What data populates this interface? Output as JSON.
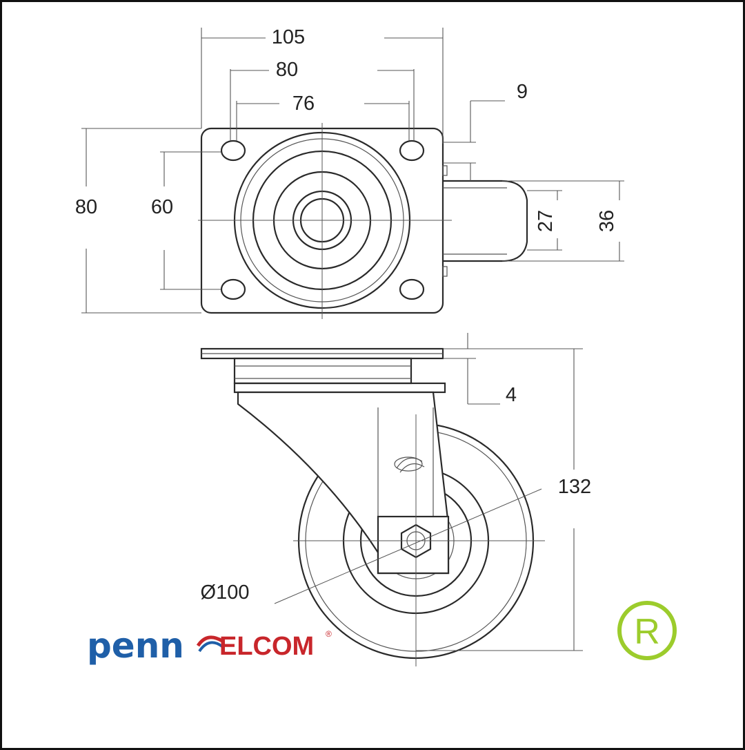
{
  "dimensions": {
    "plate_width": "105",
    "hole_spacing_outer": "80",
    "hole_spacing_inner": "76",
    "offset": "9",
    "plate_length": "80",
    "hole_spacing_length": "60",
    "wheel_width": "27",
    "fork_width": "36",
    "plate_thickness": "4",
    "overall_height": "132",
    "wheel_diameter": "Ø100"
  },
  "logo": {
    "brand_left": "penn",
    "brand_right": "ELCOM",
    "trademark": "®"
  },
  "registered_mark": "R",
  "colors": {
    "line": "#2a2a2a",
    "logo_blue": "#1f5fa8",
    "logo_red": "#c8262b",
    "registered_green": "#9ccc2c"
  }
}
